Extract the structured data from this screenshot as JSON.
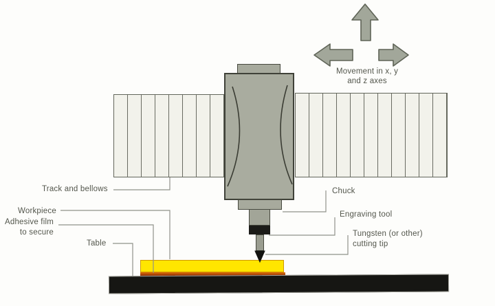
{
  "diagram": {
    "title_hint": "CNC engraving machine labeled diagram",
    "labels": {
      "track_and_bellows": "Track and bellows",
      "workpiece": "Workpiece",
      "adhesive_film_1": "Adhesive film",
      "adhesive_film_2": "to secure",
      "table": "Table",
      "chuck": "Chuck",
      "engraving_tool": "Engraving tool",
      "tungsten_1": "Tungsten (or other)",
      "tungsten_2": "cutting tip",
      "movement_1": "Movement in x, y",
      "movement_2": "and z axes"
    },
    "icons": {
      "up_arrow": "up-arrow-icon",
      "left_arrow": "left-arrow-icon",
      "right_arrow": "right-arrow-icon"
    },
    "colors": {
      "machine_gray": "#a9ac9f",
      "machine_outline": "#3f4138",
      "bellows_fill": "#f2f2eb",
      "bellows_line": "#62655a",
      "workpiece_yellow": "#ffe600",
      "adhesive_orange": "#d86a08",
      "table_black": "#161613",
      "chuck_black": "#1b1b18",
      "arrow_fill": "#a2a79a",
      "arrow_outline": "#5e6356",
      "label_text": "#53564c",
      "leader_line": "#90928a"
    }
  }
}
